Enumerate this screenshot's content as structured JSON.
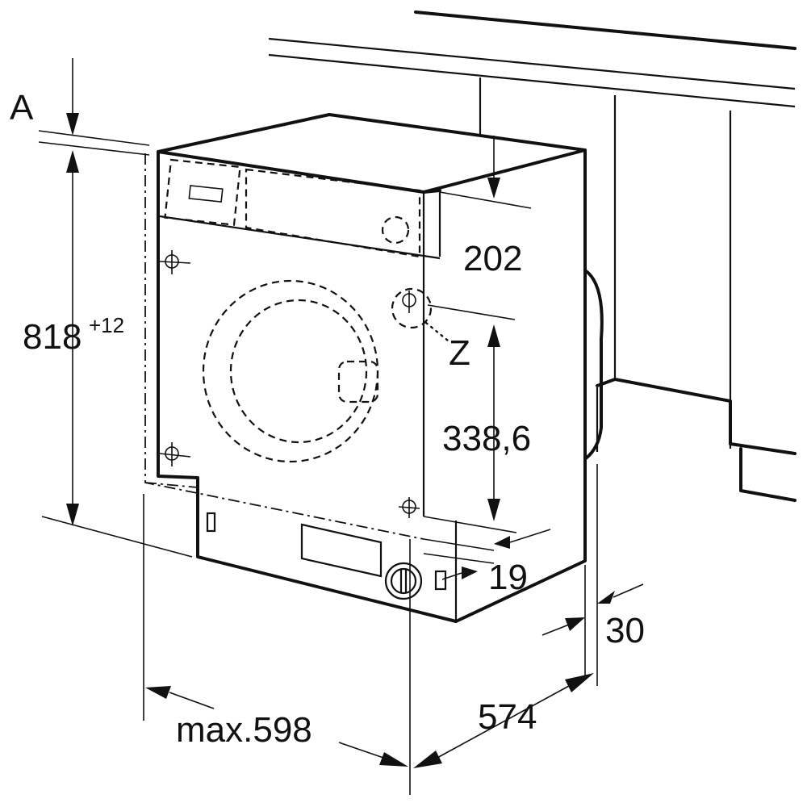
{
  "labels": {
    "point_a": "A",
    "height_main": "818",
    "height_tolerance": "+12",
    "panel_height": "202",
    "point_z": "Z",
    "hinge_offset": "338,6",
    "recess": "19",
    "niche_gap": "30",
    "depth": "574",
    "width": "max.598"
  }
}
